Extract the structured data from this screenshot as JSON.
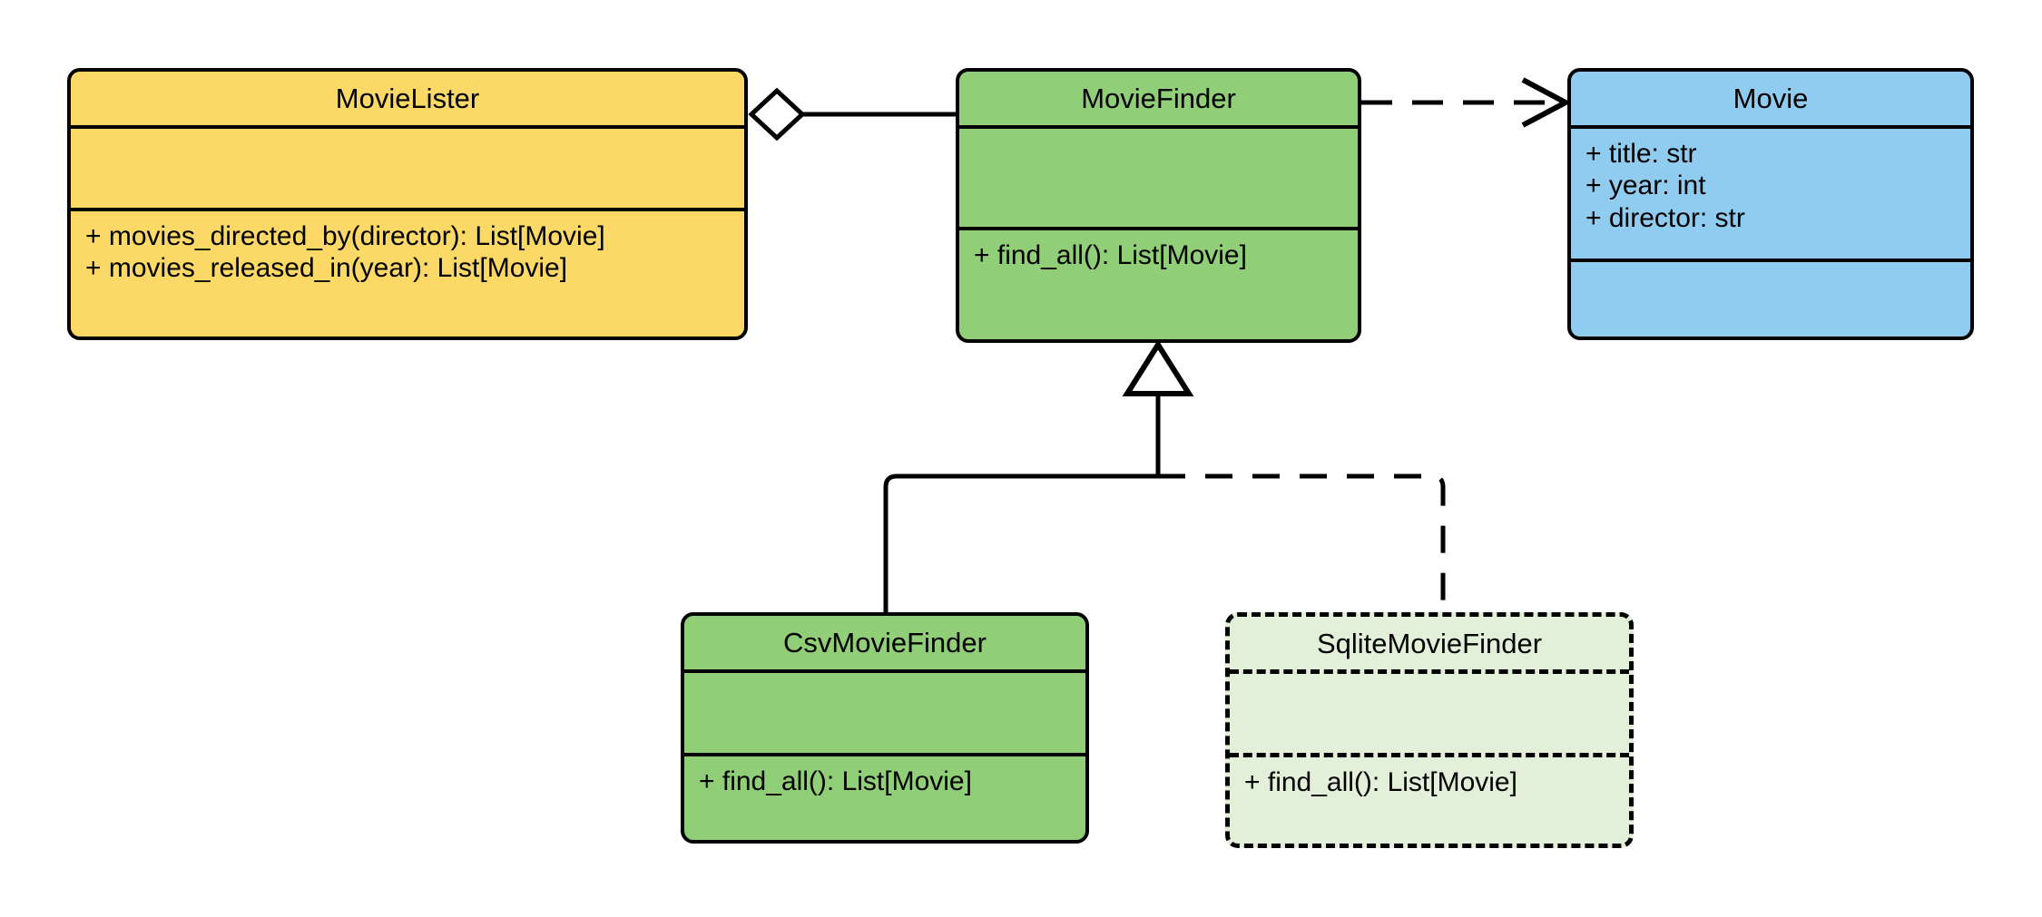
{
  "diagram": {
    "kind": "uml-class-diagram",
    "background": "#ffffff",
    "line_color": "#000000"
  },
  "classes": [
    {
      "id": "MovieLister",
      "name": "MovieLister",
      "fill": "#FCD966",
      "border_style": "solid",
      "attributes": [],
      "operations": [
        "+ movies_directed_by(director): List[Movie]",
        "+ movies_released_in(year): List[Movie]"
      ]
    },
    {
      "id": "MovieFinder",
      "name": "MovieFinder",
      "fill": "#90CE77",
      "border_style": "solid",
      "attributes": [],
      "operations": [
        "+ find_all(): List[Movie]"
      ]
    },
    {
      "id": "Movie",
      "name": "Movie",
      "fill": "#90CCF0",
      "border_style": "solid",
      "attributes": [
        "+ title: str",
        "+ year: int",
        "+ director: str"
      ],
      "operations": []
    },
    {
      "id": "CsvMovieFinder",
      "name": "CsvMovieFinder",
      "fill": "#90CE77",
      "border_style": "solid",
      "attributes": [],
      "operations": [
        "+ find_all(): List[Movie]"
      ]
    },
    {
      "id": "SqliteMovieFinder",
      "name": "SqliteMovieFinder",
      "fill": "#E2F0D9",
      "border_style": "dashed",
      "attributes": [],
      "operations": [
        "+ find_all(): List[Movie]"
      ]
    }
  ],
  "relationships": [
    {
      "id": "rel-aggregation",
      "type": "aggregation",
      "from": "MovieLister",
      "to": "MovieFinder",
      "line_style": "solid",
      "end_marker": "hollow-diamond"
    },
    {
      "id": "rel-dependency",
      "type": "dependency",
      "from": "MovieFinder",
      "to": "Movie",
      "line_style": "dashed",
      "end_marker": "open-arrow"
    },
    {
      "id": "rel-inheritance-csv",
      "type": "generalization",
      "from": "CsvMovieFinder",
      "to": "MovieFinder",
      "line_style": "solid",
      "end_marker": "hollow-triangle"
    },
    {
      "id": "rel-inheritance-sqlite",
      "type": "generalization",
      "from": "SqliteMovieFinder",
      "to": "MovieFinder",
      "line_style": "dashed",
      "end_marker": "hollow-triangle"
    }
  ]
}
